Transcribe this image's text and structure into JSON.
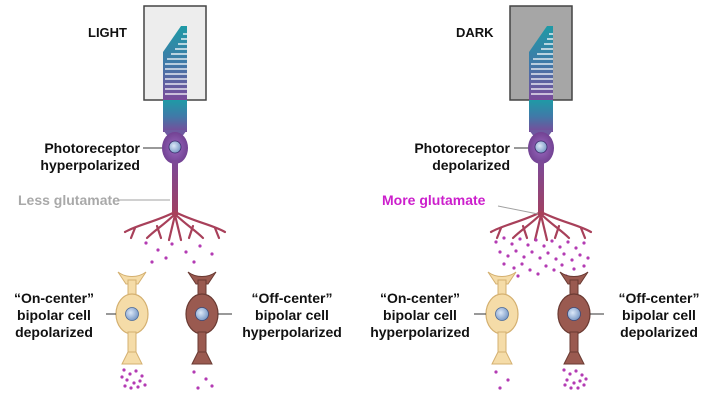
{
  "colors": {
    "light_box": "#ededed",
    "dark_box": "#a6a6a6",
    "less_glutamate": "#a9a9a9",
    "more_glutamate": "#cc1fcc",
    "glutamate_dot": "#b33bb3",
    "on_cell": "#f5dca8",
    "off_cell": "#9a5a50",
    "nucleus": "#8fb0d8"
  },
  "left": {
    "heading": "LIGHT",
    "photoreceptor": [
      "Photoreceptor",
      "hyperpolarized"
    ],
    "glutamate": "Less glutamate",
    "on_cell": [
      "“On-center”",
      "bipolar cell",
      "depolarized"
    ],
    "off_cell": [
      "“Off-center”",
      "bipolar cell",
      "hyperpolarized"
    ]
  },
  "right": {
    "heading": "DARK",
    "photoreceptor": [
      "Photoreceptor",
      "depolarized"
    ],
    "glutamate": "More glutamate",
    "on_cell": [
      "“On-center”",
      "bipolar cell",
      "hyperpolarized"
    ],
    "off_cell": [
      "“Off-center”",
      "bipolar cell",
      "depolarized"
    ]
  }
}
